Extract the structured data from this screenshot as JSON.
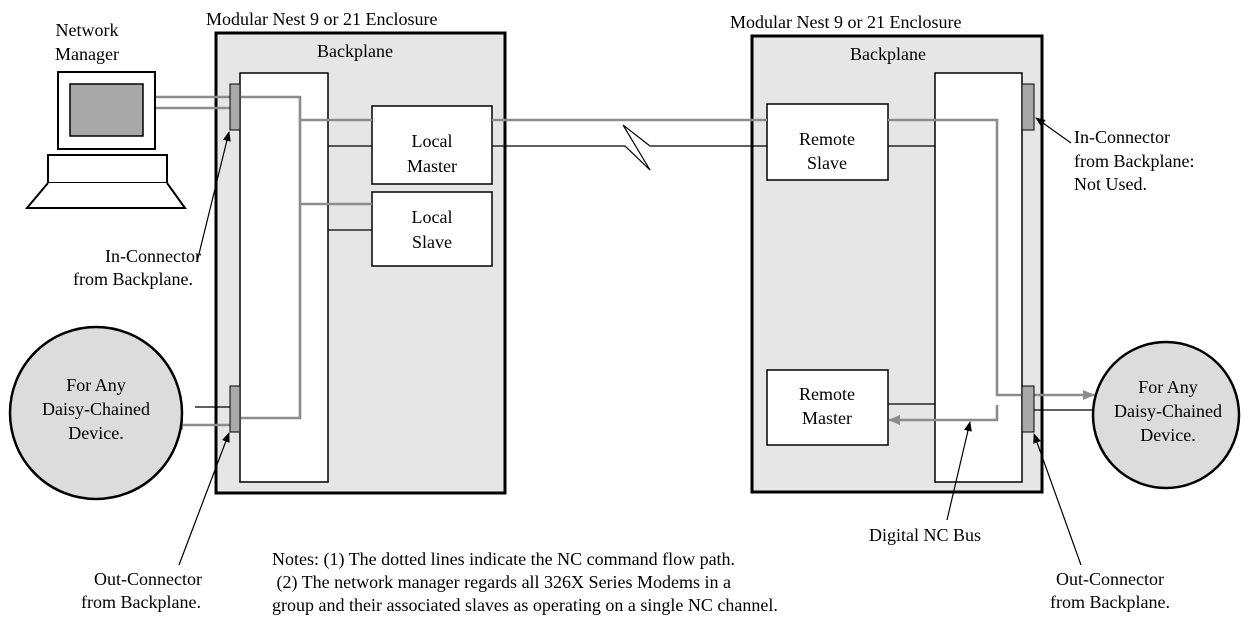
{
  "left_enclosure": {
    "title": "Modular Nest 9 or 21 Enclosure",
    "backplane_label": "Backplane",
    "local_master": [
      "Local",
      "Master"
    ],
    "local_slave": [
      "Local",
      "Slave"
    ]
  },
  "right_enclosure": {
    "title": "Modular Nest 9 or 21 Enclosure",
    "backplane_label": "Backplane",
    "remote_slave": [
      "Remote",
      "Slave"
    ],
    "remote_master": [
      "Remote",
      "Master"
    ]
  },
  "network_manager": [
    "Network",
    "Manager"
  ],
  "callouts": {
    "left_in_connector": [
      "In-Connector",
      "from Backplane."
    ],
    "left_out_connector": [
      "Out-Connector",
      "from Backplane."
    ],
    "right_in_connector": [
      "In-Connector",
      "from Backplane:",
      "Not Used."
    ],
    "right_out_connector": [
      "Out-Connector",
      "from Backplane."
    ],
    "digital_nc_bus": "Digital NC Bus"
  },
  "left_device": [
    "For Any",
    "Daisy-Chained",
    "Device."
  ],
  "right_device": [
    "For Any",
    "Daisy-Chained",
    "Device."
  ],
  "notes": [
    "Notes: (1) The dotted lines indicate the NC command flow path.",
    " (2) The network manager regards all 326X Series Modems in a",
    "group and their associated slaves as operating on a single NC channel."
  ],
  "colors": {
    "enclosure_fill": "#e6e6e6",
    "connector_fill": "#a9a9a9",
    "nc_flow_line": "#8c8c8c",
    "device_fill": "#dcdcdc"
  }
}
